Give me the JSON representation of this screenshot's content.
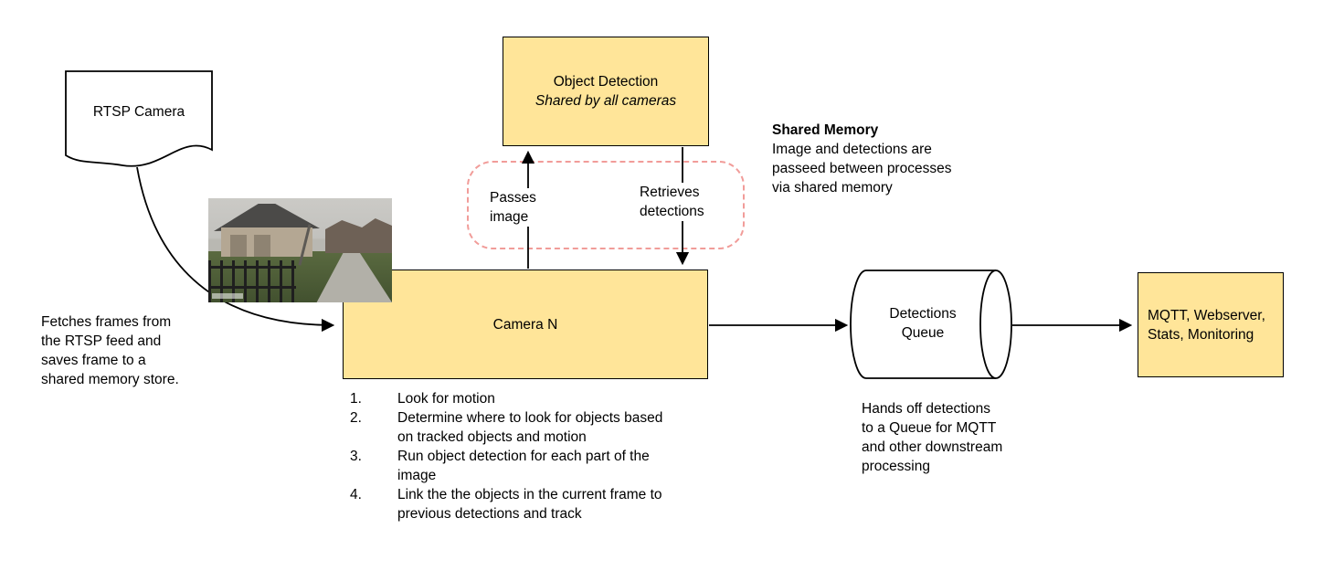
{
  "rtsp": {
    "label": "RTSP Camera"
  },
  "notes": {
    "fetch": "Fetches frames from the RTSP feed and saves frame to a shared memory store.",
    "queue": "Hands off detections to a Queue for MQTT and other downstream processing"
  },
  "object_detection": {
    "title": "Object Detection",
    "subtitle": "Shared by all cameras"
  },
  "shared_memory": {
    "title": "Shared Memory",
    "body": "Image and detections are passeed between processes via shared memory"
  },
  "labels": {
    "passes_image": "Passes image",
    "retrieves_detections": "Retrieves detections"
  },
  "camera": {
    "label": "Camera N",
    "steps": [
      {
        "num": "1.",
        "text": "Look for motion"
      },
      {
        "num": "2.",
        "text": "Determine where to look for objects based on tracked objects and motion"
      },
      {
        "num": "3.",
        "text": "Run object detection for each part of the image"
      },
      {
        "num": "4.",
        "text": "Link the the objects in the current frame to previous detections and track"
      }
    ]
  },
  "queue": {
    "label": "Detections Queue"
  },
  "mqtt": {
    "label": "MQTT, Webserver, Stats, Monitoring"
  },
  "snapshot": {
    "name": "camera-frame-thumbnail"
  },
  "colors": {
    "box_fill": "#ffe599",
    "box_stroke": "#000000",
    "dashed_stroke": "#f19c99",
    "arrow": "#000000"
  }
}
